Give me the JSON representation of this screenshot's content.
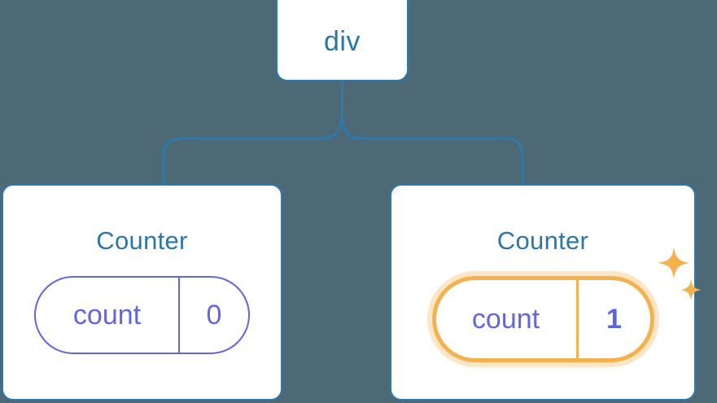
{
  "diagram": {
    "type": "component-tree",
    "background_color": "#4C6975",
    "node_border_color": "#2C7AAC",
    "node_fill_color": "#FFFFFF",
    "title_color": "#2C77A8",
    "state_color": "#6366DD",
    "highlight_color": "#F5B14E",
    "highlight_glow_color": "#FBDCAE",
    "root": {
      "label": "div"
    },
    "children": [
      {
        "title": "Counter",
        "state": {
          "key": "count",
          "value": "0"
        },
        "highlighted": false,
        "sparkles": false
      },
      {
        "title": "Counter",
        "state": {
          "key": "count",
          "value": "1"
        },
        "highlighted": true,
        "sparkles": true,
        "sparkle_icons": [
          "sparkle-large-icon",
          "sparkle-small-icon"
        ]
      }
    ]
  }
}
